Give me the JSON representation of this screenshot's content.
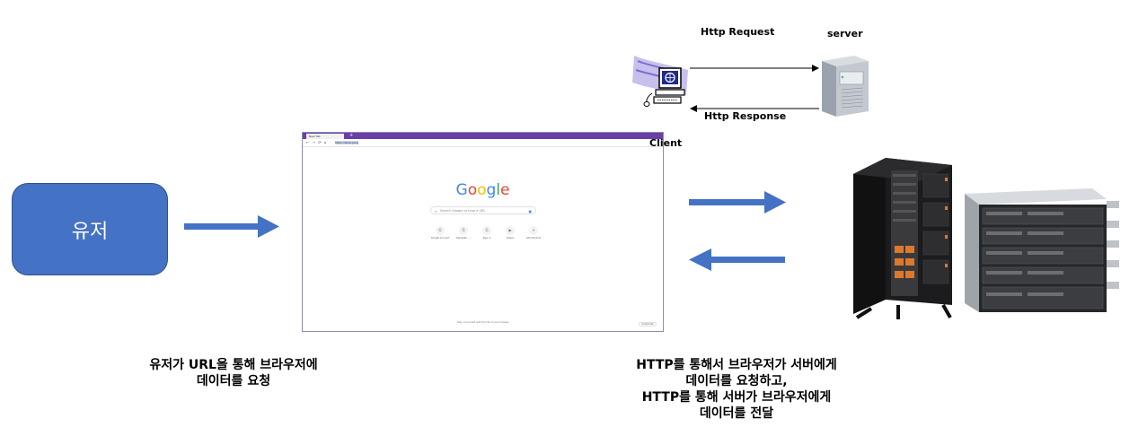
{
  "user_box": {
    "label": "유저"
  },
  "browser": {
    "tab_title": "New Tab",
    "url": "https://www.google.com",
    "logo": [
      "G",
      "o",
      "o",
      "g",
      "l",
      "e"
    ],
    "logo_colors": [
      "#4285f4",
      "#ea4335",
      "#fbbc05",
      "#4285f4",
      "#34a853",
      "#ea4335"
    ],
    "search_placeholder": "Search Google or type a URL",
    "shortcuts": [
      {
        "label": "Google Account",
        "icon": "G"
      },
      {
        "label": "Translate - ...",
        "icon": "G"
      },
      {
        "label": "Sign in",
        "icon": "G"
      },
      {
        "label": "Videos",
        "icon": "▶"
      },
      {
        "label": "Add shortcut",
        "icon": "+"
      }
    ],
    "footer_text": "Stay connected with the life of your browser",
    "customize_label": "Customize"
  },
  "mini_diagram": {
    "request_label": "Http Request",
    "response_label": "Http Response",
    "server_label": "server",
    "client_label": "Client"
  },
  "captions": {
    "left": [
      "유저가 URL을 통해 브라우저에",
      "데이터를 요청"
    ],
    "right": [
      "HTTP를 통해서 브라우저가 서버에게",
      "데이터를 요청하고,",
      "HTTP를 통해 서버가 브라우저에게",
      "데이터를 전달"
    ]
  },
  "colors": {
    "accent_blue": "#4472c4",
    "browser_tab_bar": "#6b3fa6"
  }
}
